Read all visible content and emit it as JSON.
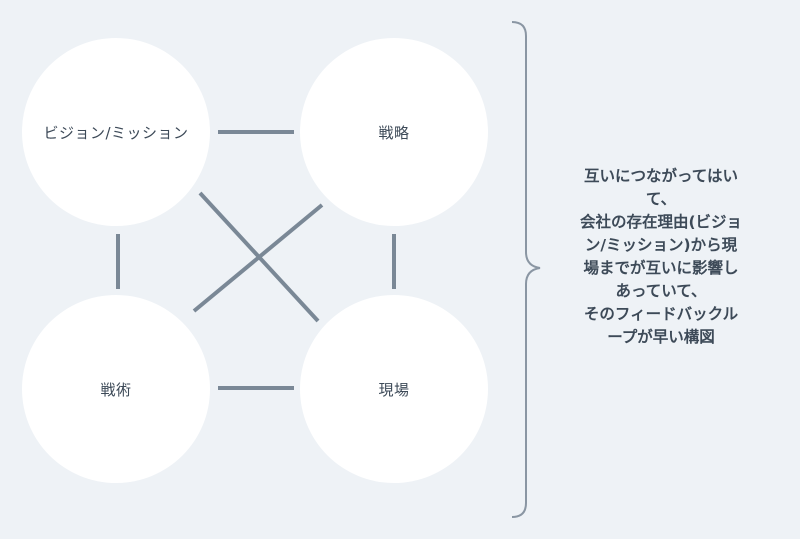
{
  "nodes": {
    "vision": "ビジョン/ミッション",
    "strategy": "戦略",
    "tactics": "戦術",
    "field": "現場"
  },
  "description_lines": [
    "互いにつながってはい",
    "て、",
    "会社の存在理由(ビジョ",
    "ン/ミッション)から現",
    "場までが互いに影響し",
    "あっていて、",
    "そのフィードバックル",
    "ープが早い構図"
  ],
  "colors": {
    "background": "#eef2f6",
    "connector": "#7a8896",
    "brace": "#8a96a3",
    "text": "#3d4a58"
  }
}
